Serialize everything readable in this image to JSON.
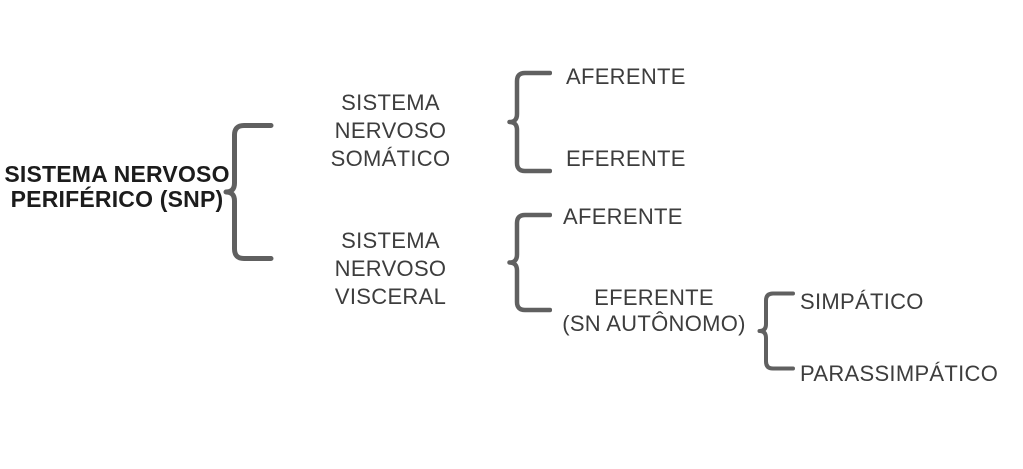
{
  "colors": {
    "background": "#ffffff",
    "root_text": "#1c1c1c",
    "node_text": "#3d3d3d",
    "brace": "#606060"
  },
  "nodes": {
    "root": {
      "line1": "SISTEMA NERVOSO",
      "line2": "PERIFÉRICO (SNP)"
    },
    "somatic": {
      "line1": "SISTEMA NERVOSO",
      "line2": "SOMÁTICO"
    },
    "somatic_afferent": "AFERENTE",
    "somatic_efferent": "EFERENTE",
    "visceral": {
      "line1": "SISTEMA NERVOSO",
      "line2": "VISCERAL"
    },
    "visceral_afferent": "AFERENTE",
    "visceral_efferent": {
      "line1": "EFERENTE",
      "line2": "(SN AUTÔNOMO)"
    },
    "sympathetic": "SIMPÁTICO",
    "parasympathetic": "PARASSIMPÁTICO"
  }
}
